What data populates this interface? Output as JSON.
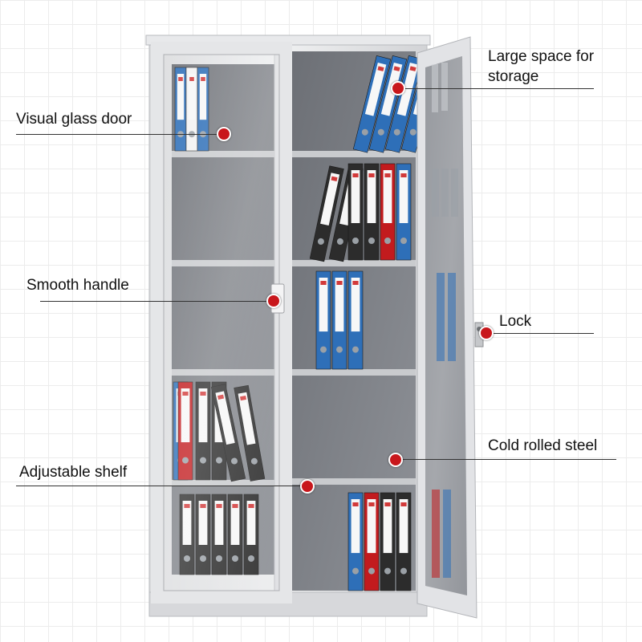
{
  "colors": {
    "cabinet": "#e3e4e6",
    "interior": "#7b7e84",
    "shelf": "#c9cbce",
    "binder_blue": "#2e6fb8",
    "binder_black": "#2c2c2c",
    "binder_red": "#c21b1e",
    "marker": "#c8171c"
  },
  "callouts": {
    "storage": [
      "Large space for",
      "storage"
    ],
    "glass_door": "Visual glass door",
    "handle": "Smooth handle",
    "lock": "Lock",
    "steel": "Cold rolled steel",
    "shelf": "Adjustable shelf"
  }
}
